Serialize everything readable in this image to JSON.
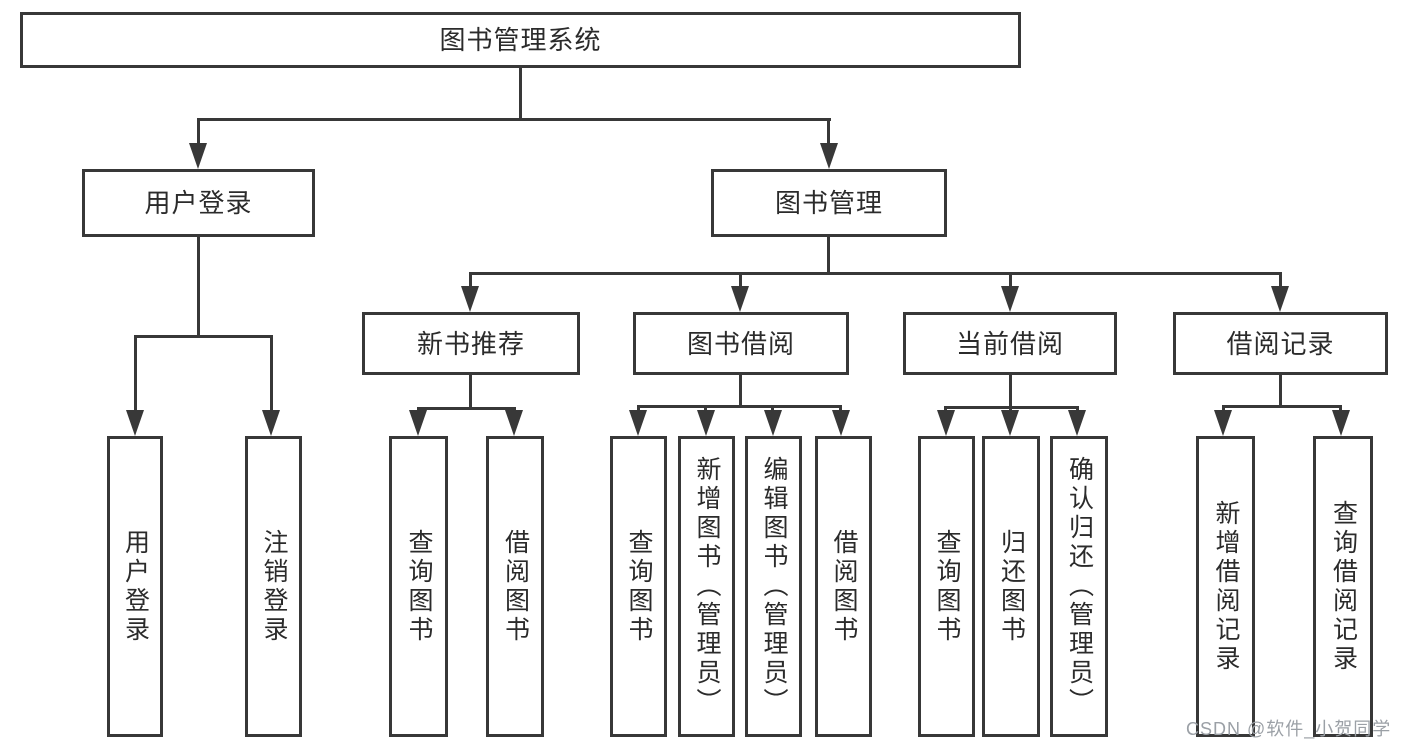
{
  "diagram": {
    "root": {
      "label": "图书管理系统",
      "children": [
        {
          "label": "用户登录",
          "children": [
            {
              "label": "用户登录"
            },
            {
              "label": "注销登录"
            }
          ]
        },
        {
          "label": "图书管理",
          "children": [
            {
              "label": "新书推荐",
              "children": [
                {
                  "label": "查询图书"
                },
                {
                  "label": "借阅图书"
                }
              ]
            },
            {
              "label": "图书借阅",
              "children": [
                {
                  "label": "查询图书"
                },
                {
                  "label": "新增图书（管理员）"
                },
                {
                  "label": "编辑图书（管理员）"
                },
                {
                  "label": "借阅图书"
                }
              ]
            },
            {
              "label": "当前借阅",
              "children": [
                {
                  "label": "查询图书"
                },
                {
                  "label": "归还图书"
                },
                {
                  "label": "确认归还（管理员）"
                }
              ]
            },
            {
              "label": "借阅记录",
              "children": [
                {
                  "label": "新增借阅记录"
                },
                {
                  "label": "查询借阅记录"
                }
              ]
            }
          ]
        }
      ]
    }
  },
  "watermark": {
    "text": "CSDN @软件_小贺同学"
  },
  "colors": {
    "line": "#383838",
    "box_border": "#383838",
    "text": "#2b2b2b",
    "watermark": "#9ba0a6",
    "background": "#ffffff"
  }
}
